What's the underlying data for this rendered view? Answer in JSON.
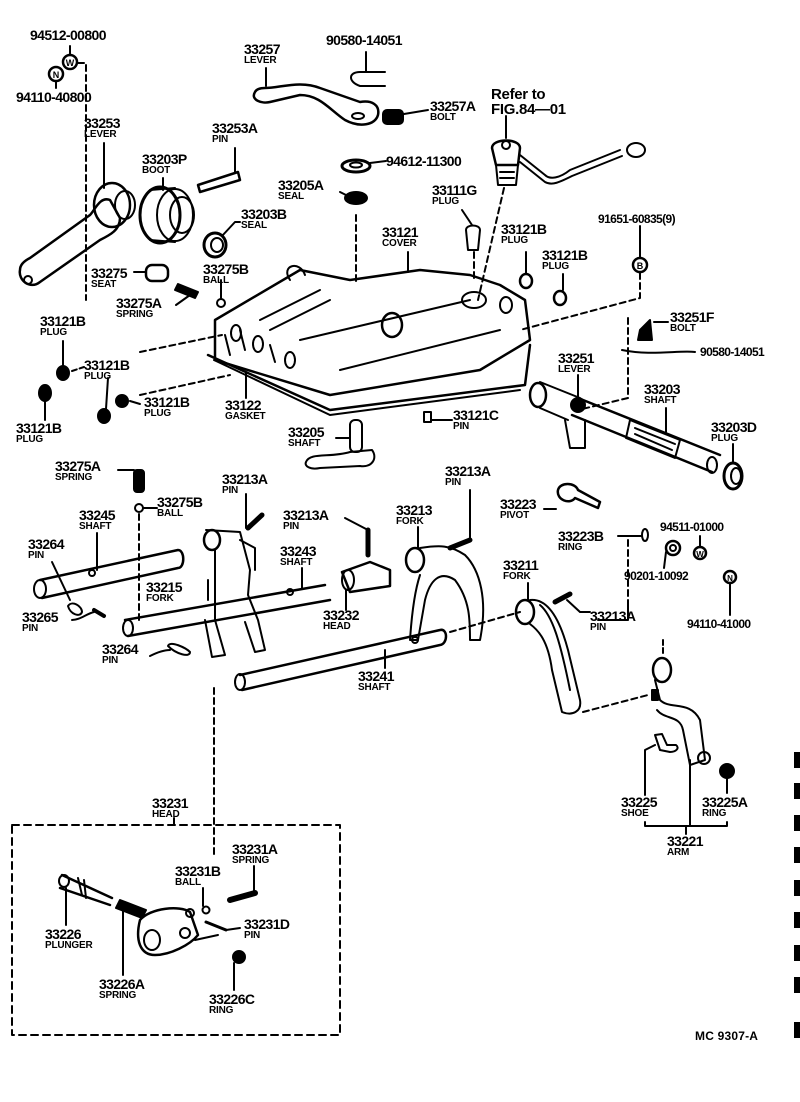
{
  "diagram": {
    "type": "exploded parts diagram",
    "figure_code": "MC 9307-A",
    "reference_note": {
      "line1": "Refer to",
      "line2": "FIG.84—01"
    },
    "labels": [
      {
        "id": "l94512",
        "part": "94512-00800",
        "name": ""
      },
      {
        "id": "l94110a",
        "part": "94110-40800",
        "name": ""
      },
      {
        "id": "l33253",
        "part": "33253",
        "name": "LEVER"
      },
      {
        "id": "l33257",
        "part": "33257",
        "name": "LEVER"
      },
      {
        "id": "l90580a",
        "part": "90580-14051",
        "name": ""
      },
      {
        "id": "l33257A",
        "part": "33257A",
        "name": "BOLT"
      },
      {
        "id": "l33253A",
        "part": "33253A",
        "name": "PIN"
      },
      {
        "id": "l33203P",
        "part": "33203P",
        "name": "BOOT"
      },
      {
        "id": "l94612",
        "part": "94612-11300",
        "name": ""
      },
      {
        "id": "l33205A",
        "part": "33205A",
        "name": "SEAL"
      },
      {
        "id": "l33203B",
        "part": "33203B",
        "name": "SEAL"
      },
      {
        "id": "l33111G",
        "part": "33111G",
        "name": "PLUG"
      },
      {
        "id": "l33121",
        "part": "33121",
        "name": "COVER"
      },
      {
        "id": "l33121B_a",
        "part": "33121B",
        "name": "PLUG"
      },
      {
        "id": "l33121B_b",
        "part": "33121B",
        "name": "PLUG"
      },
      {
        "id": "l91651",
        "part": "91651-60835(9)",
        "name": ""
      },
      {
        "id": "l33275",
        "part": "33275",
        "name": "SEAT"
      },
      {
        "id": "l33275B_a",
        "part": "33275B",
        "name": "BALL"
      },
      {
        "id": "l33275A_a",
        "part": "33275A",
        "name": "SPRING"
      },
      {
        "id": "l33121B_c",
        "part": "33121B",
        "name": "PLUG"
      },
      {
        "id": "l33121B_d",
        "part": "33121B",
        "name": "PLUG"
      },
      {
        "id": "l33121B_e",
        "part": "33121B",
        "name": "PLUG"
      },
      {
        "id": "l33121B_f",
        "part": "33121B",
        "name": "PLUG"
      },
      {
        "id": "l33122",
        "part": "33122",
        "name": "GASKET"
      },
      {
        "id": "l33205",
        "part": "33205",
        "name": "SHAFT"
      },
      {
        "id": "l33121C",
        "part": "33121C",
        "name": "PIN"
      },
      {
        "id": "l33251F",
        "part": "33251F",
        "name": "BOLT"
      },
      {
        "id": "l90580b",
        "part": "90580-14051",
        "name": ""
      },
      {
        "id": "l33251",
        "part": "33251",
        "name": "LEVER"
      },
      {
        "id": "l33203",
        "part": "33203",
        "name": "SHAFT"
      },
      {
        "id": "l33203D",
        "part": "33203D",
        "name": "PLUG"
      },
      {
        "id": "l33275A_b",
        "part": "33275A",
        "name": "SPRING"
      },
      {
        "id": "l33275B_b",
        "part": "33275B",
        "name": "BALL"
      },
      {
        "id": "l33245",
        "part": "33245",
        "name": "SHAFT"
      },
      {
        "id": "l33264_a",
        "part": "33264",
        "name": "PIN"
      },
      {
        "id": "l33265",
        "part": "33265",
        "name": "PIN"
      },
      {
        "id": "l33264_b",
        "part": "33264",
        "name": "PIN"
      },
      {
        "id": "l33213A_a",
        "part": "33213A",
        "name": "PIN"
      },
      {
        "id": "l33215",
        "part": "33215",
        "name": "FORK"
      },
      {
        "id": "l33243",
        "part": "33243",
        "name": "SHAFT"
      },
      {
        "id": "l33213A_b",
        "part": "33213A",
        "name": "PIN"
      },
      {
        "id": "l33232",
        "part": "33232",
        "name": "HEAD"
      },
      {
        "id": "l33213A_c",
        "part": "33213A",
        "name": "PIN"
      },
      {
        "id": "l33213",
        "part": "33213",
        "name": "FORK"
      },
      {
        "id": "l33241",
        "part": "33241",
        "name": "SHAFT"
      },
      {
        "id": "l33223",
        "part": "33223",
        "name": "PIVOT"
      },
      {
        "id": "l33223B",
        "part": "33223B",
        "name": "RING"
      },
      {
        "id": "l94511",
        "part": "94511-01000",
        "name": ""
      },
      {
        "id": "l90201",
        "part": "90201-10092",
        "name": ""
      },
      {
        "id": "l94110b",
        "part": "94110-41000",
        "name": ""
      },
      {
        "id": "l33211",
        "part": "33211",
        "name": "FORK"
      },
      {
        "id": "l33213A_d",
        "part": "33213A",
        "name": "PIN"
      },
      {
        "id": "l33225",
        "part": "33225",
        "name": "SHOE"
      },
      {
        "id": "l33225A",
        "part": "33225A",
        "name": "RING"
      },
      {
        "id": "l33221",
        "part": "33221",
        "name": "ARM"
      },
      {
        "id": "l33231",
        "part": "33231",
        "name": "HEAD"
      },
      {
        "id": "l33231A",
        "part": "33231A",
        "name": "SPRING"
      },
      {
        "id": "l33231B",
        "part": "33231B",
        "name": "BALL"
      },
      {
        "id": "l33226",
        "part": "33226",
        "name": "PLUNGER"
      },
      {
        "id": "l33231D",
        "part": "33231D",
        "name": "PIN"
      },
      {
        "id": "l33226A",
        "part": "33226A",
        "name": "SPRING"
      },
      {
        "id": "l33226C",
        "part": "33226C",
        "name": "RING"
      }
    ],
    "marker_glyphs": {
      "washer": "W",
      "nut": "N",
      "bolt": "B"
    }
  }
}
